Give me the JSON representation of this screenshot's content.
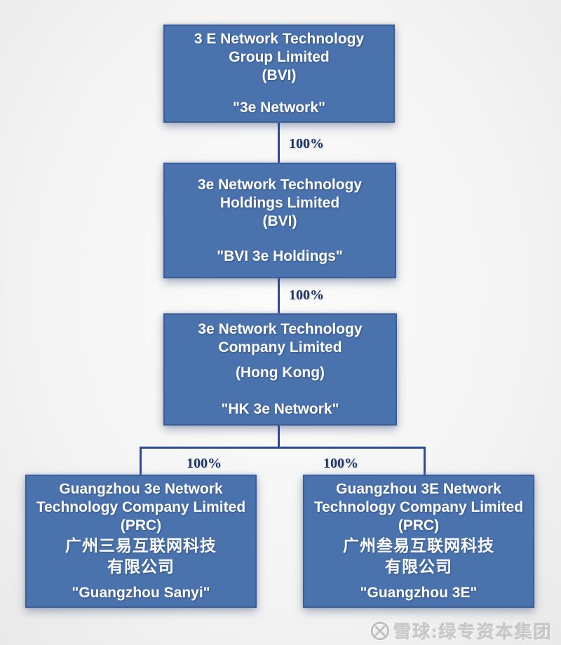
{
  "colors": {
    "box_fill": "#4a72ad",
    "box_border": "#3a5e99",
    "box_text": "#ffffff",
    "connector_line": "#2b4c94",
    "ownership_label_text": "#1f3864",
    "watermark_text_color": "#c7c7c7"
  },
  "nodes": [
    {
      "lines": [
        "3 E Network Technology",
        "Group Limited",
        "(BVI)"
      ],
      "nickname": "\"3e Network\""
    },
    {
      "lines": [
        "3e Network Technology",
        "Holdings Limited",
        "(BVI)"
      ],
      "nickname": "\"BVI 3e Holdings\""
    },
    {
      "lines": [
        "3e Network Technology",
        "Company Limited"
      ],
      "region": "(Hong Kong)",
      "nickname": "\"HK 3e Network\""
    },
    {
      "lines": [
        "Guangzhou 3e Network",
        "Technology Company Limited",
        "(PRC)",
        "广州三易互联网科技",
        "有限公司"
      ],
      "nickname": "\"Guangzhou Sanyi\""
    },
    {
      "lines": [
        "Guangzhou 3E Network",
        "Technology Company Limited",
        "(PRC)",
        "广州叁易互联网科技",
        "有限公司"
      ],
      "nickname": "\"Guangzhou 3E\""
    }
  ],
  "edges": [
    {
      "from": "3e Network",
      "to": "BVI 3e Holdings",
      "label": "100%"
    },
    {
      "from": "BVI 3e Holdings",
      "to": "HK 3e Network",
      "label": "100%"
    },
    {
      "from": "HK 3e Network",
      "to": "Guangzhou Sanyi",
      "label": "100%"
    },
    {
      "from": "HK 3e Network",
      "to": "Guangzhou 3E",
      "label": "100%"
    }
  ],
  "watermark": {
    "text": "雪球:绿专资本集团",
    "logo": "xueqiu-snowball-icon"
  }
}
